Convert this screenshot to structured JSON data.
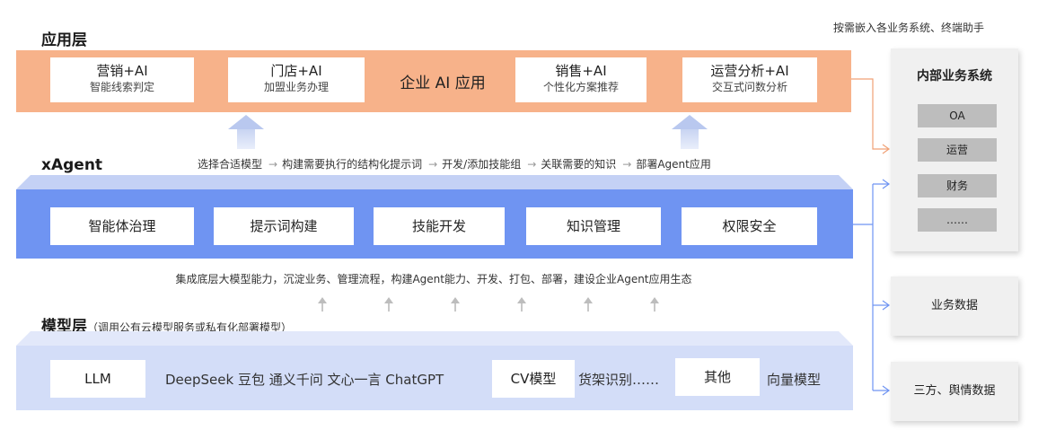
{
  "app_layer": {
    "title": "应用层",
    "center_label": "企业 AI 应用",
    "cards": [
      {
        "title": "营销+AI",
        "subtitle": "智能线索判定"
      },
      {
        "title": "门店+AI",
        "subtitle": "加盟业务办理"
      },
      {
        "title": "销售+AI",
        "subtitle": "个性化方案推荐"
      },
      {
        "title": "运营分析+AI",
        "subtitle": "交互式问数分析"
      }
    ]
  },
  "xagent_layer": {
    "title": "xAgent",
    "steps": [
      "选择合适模型",
      "构建需要执行的结构化提示词",
      "开发/添加技能组",
      "关联需要的知识",
      "部署Agent应用"
    ],
    "step_arrow": "→",
    "modules": [
      "智能体治理",
      "提示词构建",
      "技能开发",
      "知识管理",
      "权限安全"
    ]
  },
  "capability_caption": "集成底层大模型能力，沉淀业务、管理流程，构建Agent能力、开发、打包、部署，建设企业Agent应用生态",
  "model_layer": {
    "title": "模型层",
    "subtitle": "（调用公有云模型服务或私有化部署模型）",
    "llm_label": "LLM",
    "llm_models": "DeepSeek  豆包  通义千问  文心一言  ChatGPT",
    "cv_label": "CV模型",
    "cv_models": "货架识别……",
    "other_label": "其他",
    "other_models": "向量模型"
  },
  "right_side": {
    "note": "按需嵌入各业务系统、终端助手",
    "internal_systems": {
      "title": "内部业务系统",
      "items": [
        "OA",
        "运营",
        "财务",
        "……"
      ]
    },
    "business_data": "业务数据",
    "third_party_data": "三方、舆情数据"
  },
  "colors": {
    "app_band": "#f7b28a",
    "xagent_band": "#6f94f2",
    "model_band": "#d3ddf8",
    "connector_orange": "#f0a176",
    "connector_blue": "#6f94f2"
  },
  "icons": [
    "up-arrow-icon",
    "right-arrow-icon"
  ]
}
